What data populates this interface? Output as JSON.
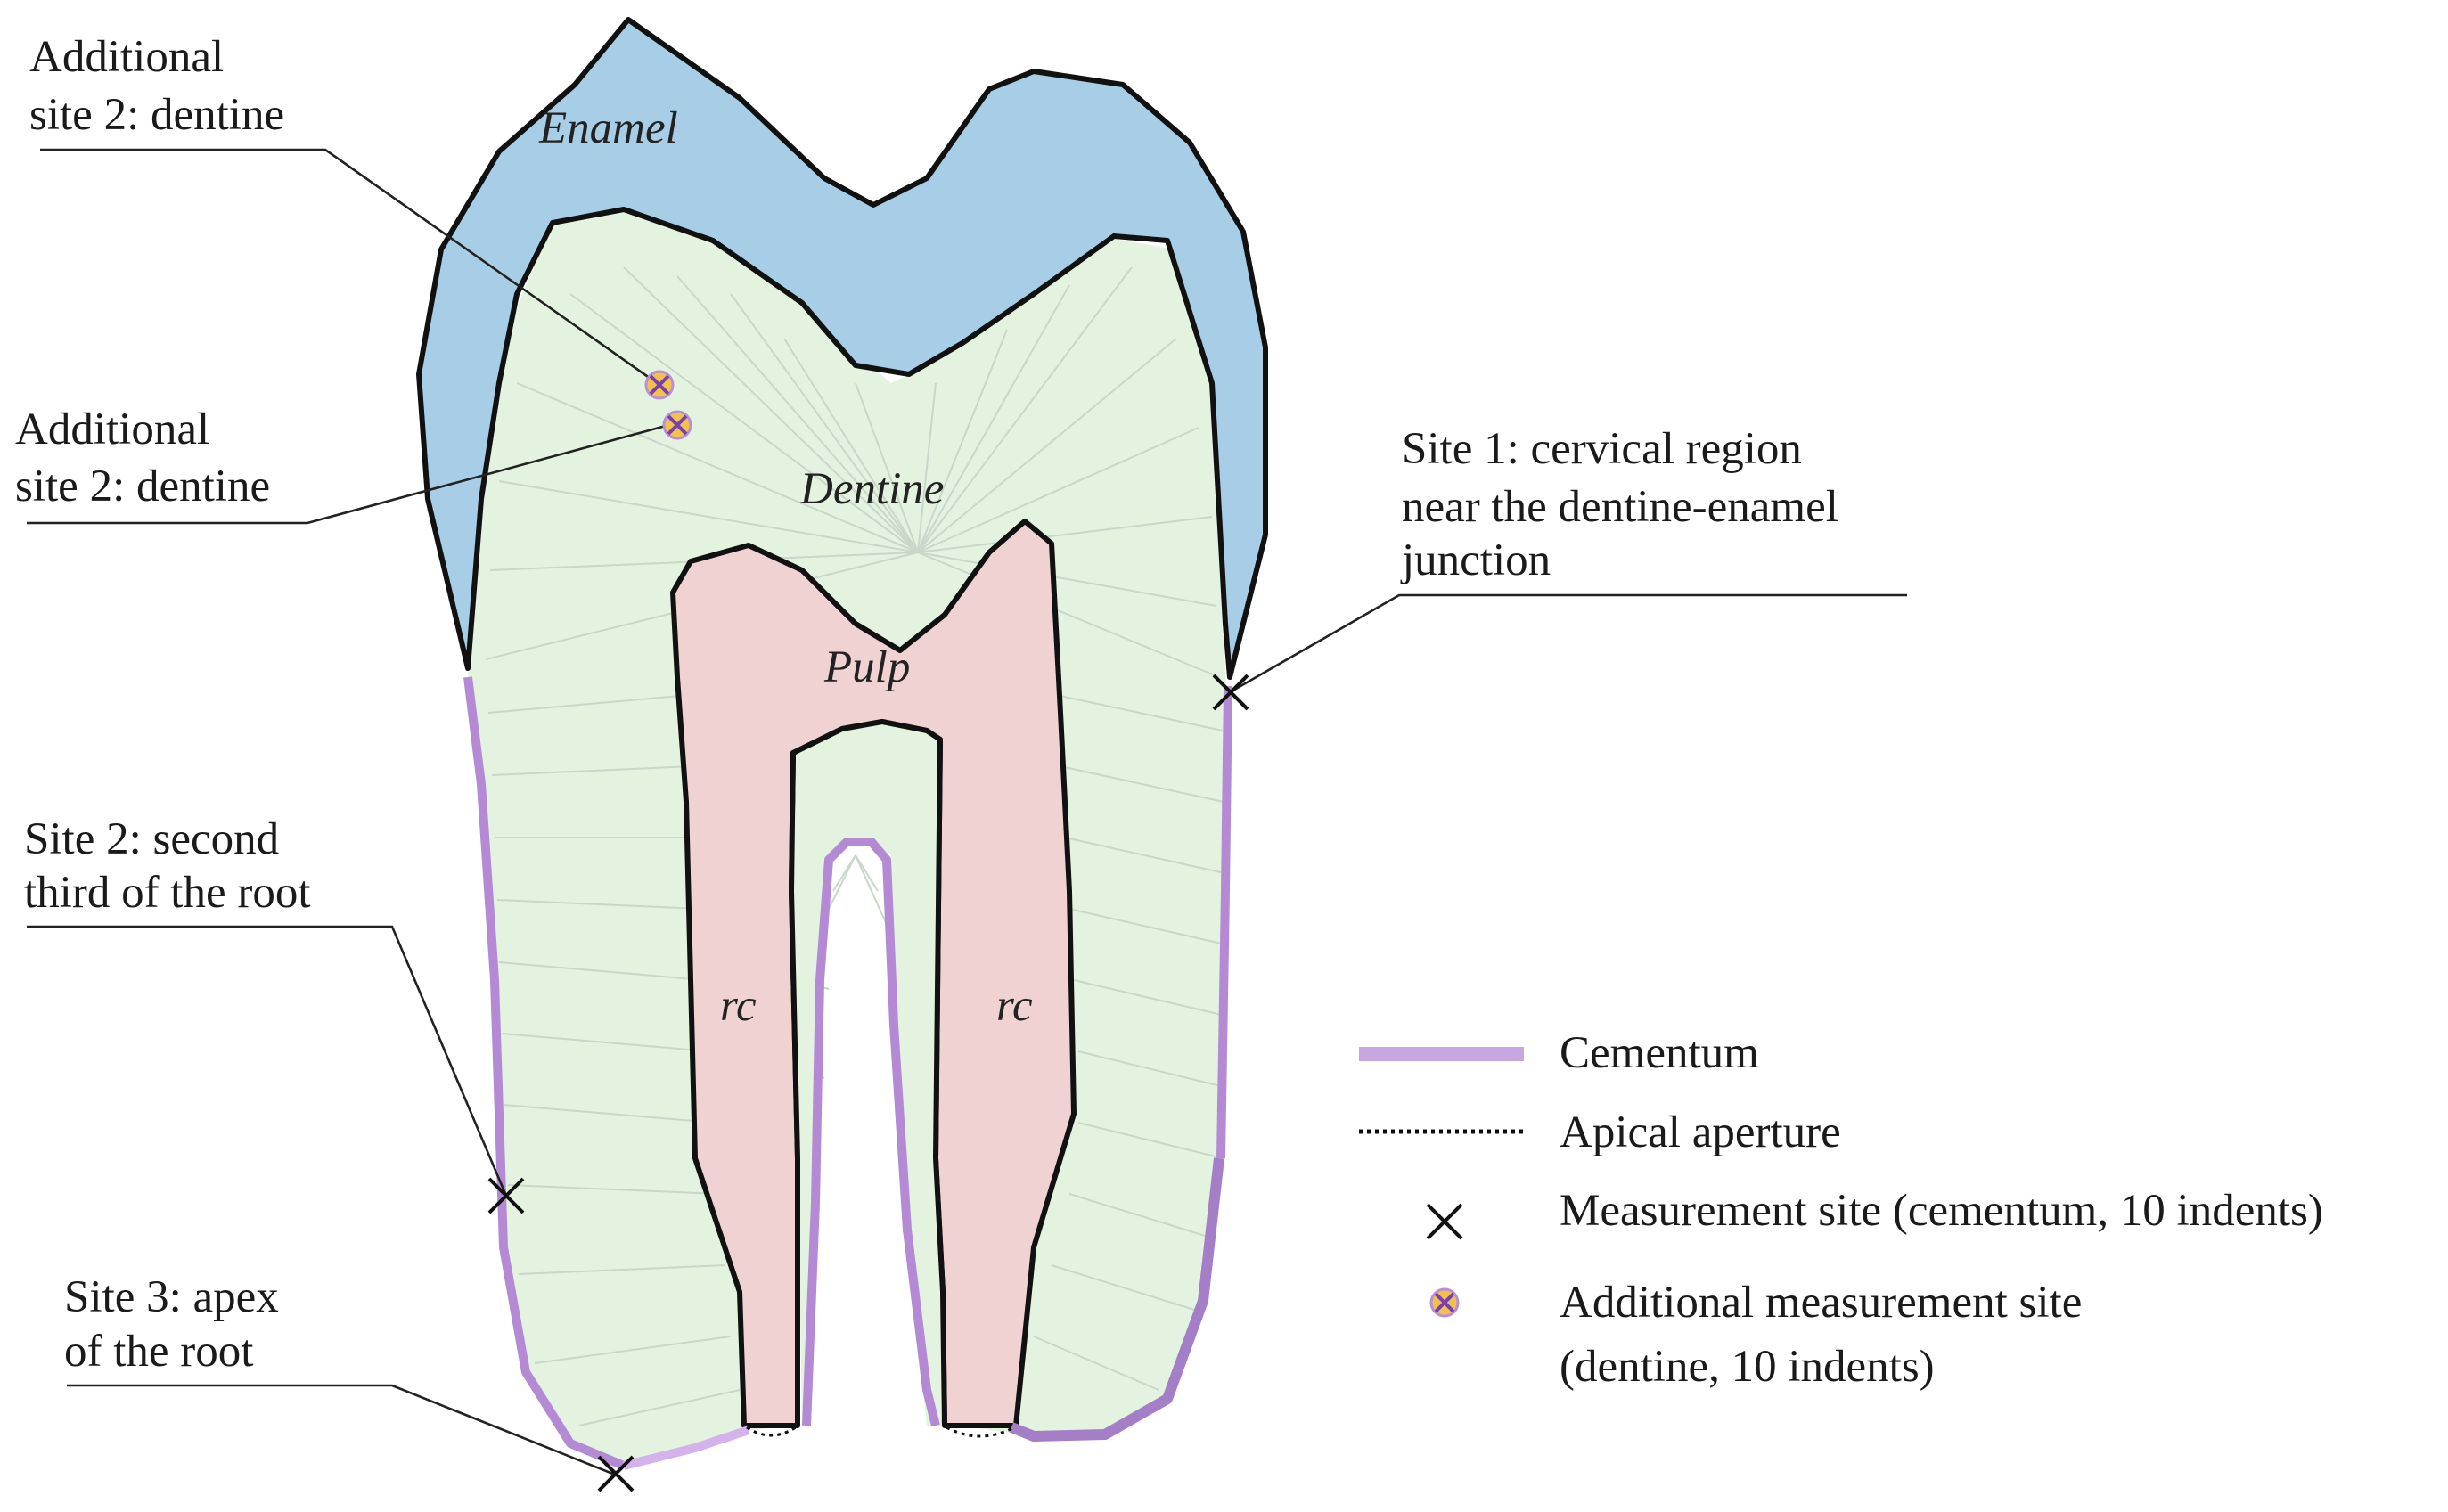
{
  "tissues": {
    "enamel": "Enamel",
    "dentine": "Dentine",
    "pulp": "Pulp",
    "root_canal_left": "rc",
    "root_canal_right": "rc"
  },
  "annotations": {
    "additional_site_upper": [
      "Additional",
      "site 2: dentine"
    ],
    "additional_site_lower": [
      "Additional",
      "site 2: dentine"
    ],
    "site1": [
      "Site 1: cervical region",
      "near the dentine-enamel",
      "junction"
    ],
    "site2": [
      "Site 2: second",
      "third of the root"
    ],
    "site3": [
      "Site 3: apex",
      "of the root"
    ]
  },
  "legend": {
    "cementum": "Cementum",
    "apical_aperture": "Apical aperture",
    "measurement_site": "Measurement site (cementum, 10 indents)",
    "additional_site": [
      "Additional measurement site",
      "(dentine, 10 indents)"
    ]
  },
  "colors": {
    "enamel": "#a8cde6",
    "dentine": "#e4f3df",
    "pulp": "#f1d2d2",
    "cementum": "#b58ad4",
    "cementum_light": "#d4b3ec",
    "outline": "#111111",
    "marker_fill": "#f2c24a",
    "marker_cross": "#7a3fb0"
  }
}
